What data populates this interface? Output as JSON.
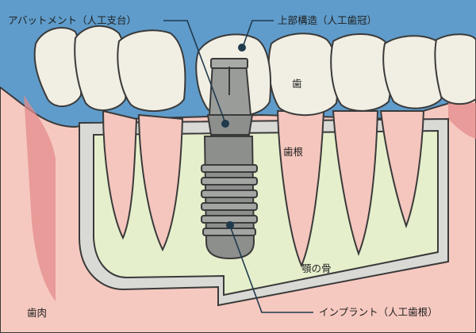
{
  "labels": {
    "abutment": "アバットメント（人工支台）",
    "crown": "上部構造（人工歯冠）",
    "tooth": "歯",
    "root": "歯根",
    "jawbone": "顎の骨",
    "gum": "歯肉",
    "implant": "インプラント（人工歯根）"
  },
  "colors": {
    "background": "#5f9ccb",
    "gum": "#f6c9c0",
    "bone": "#e6efcc",
    "tooth": "#f1eee3",
    "implant": "#8d8f8d",
    "leader": "#1f3a4d"
  }
}
